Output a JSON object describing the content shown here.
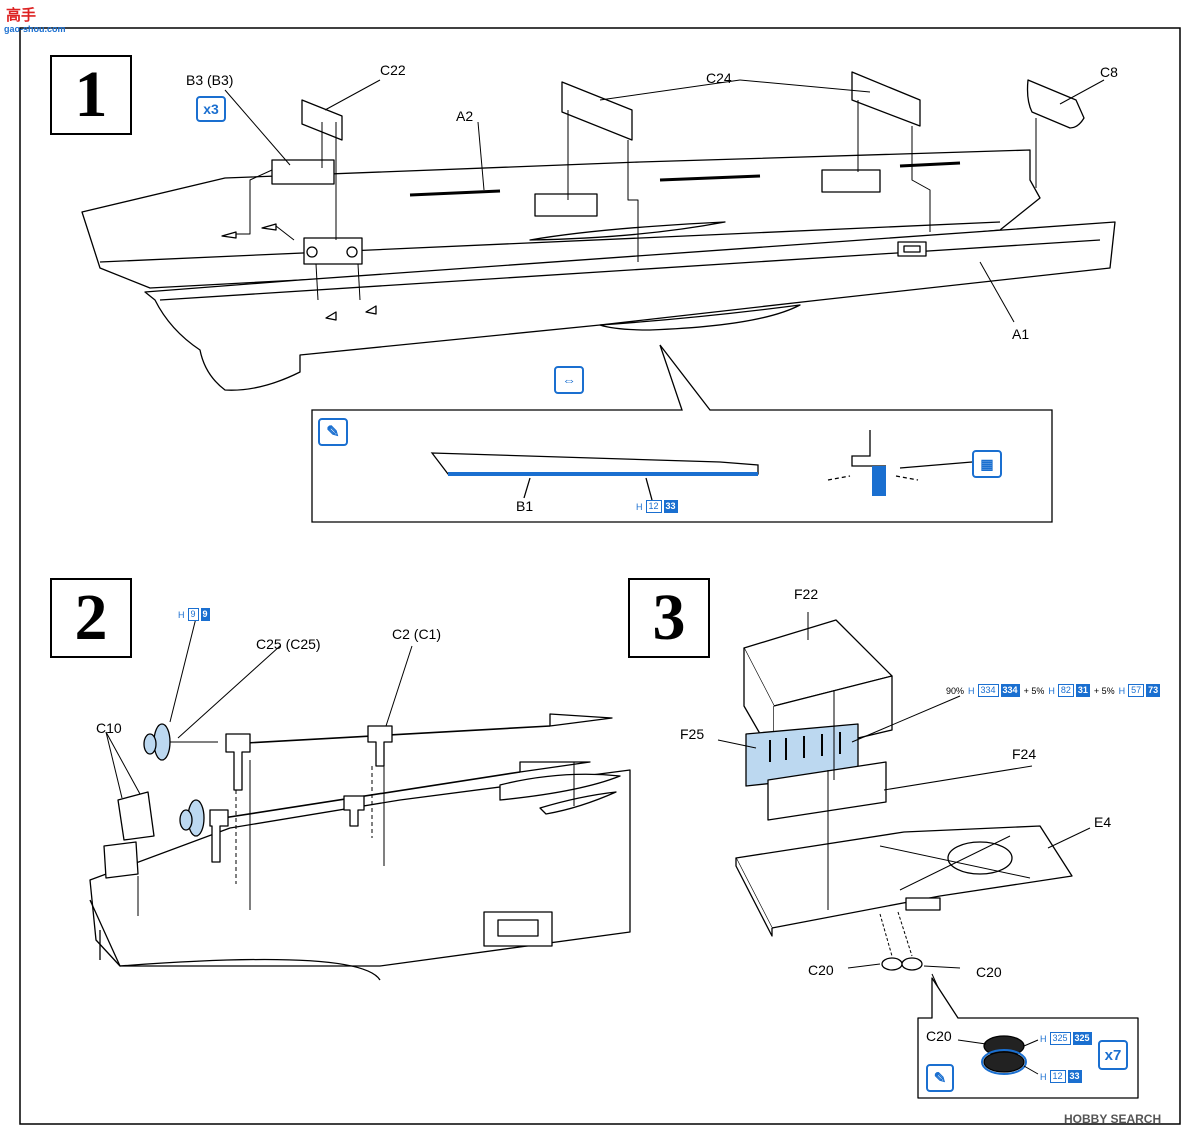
{
  "watermark_top": {
    "site_text": "高手",
    "url": "gao-shou.com"
  },
  "watermark_bottom": {
    "text": "HOBBY SEARCH"
  },
  "step1": {
    "number": "1",
    "labels": {
      "c22": "C22",
      "b3": "B3 (B3)",
      "a2": "A2",
      "c24": "C24",
      "c8": "C8",
      "a1": "A1",
      "b1": "B1"
    },
    "multiplier": "x3",
    "paint_h12": {
      "prefix": "H",
      "outline": "12",
      "filled": "33"
    }
  },
  "step2": {
    "number": "2",
    "labels": {
      "c25": "C25 (C25)",
      "c2": "C2 (C1)",
      "c10": "C10"
    },
    "paint_h9": {
      "prefix": "H",
      "outline": "9",
      "filled": "9"
    }
  },
  "step3": {
    "number": "3",
    "labels": {
      "f22": "F22",
      "f25": "F25",
      "f24": "F24",
      "e4": "E4",
      "c20_left": "C20",
      "c20_right": "C20",
      "c20_detail": "C20"
    },
    "mix": {
      "p1": "90%",
      "h1_outline": "334",
      "h1_filled": "334",
      "plus1": "+ 5%",
      "h2_outline": "82",
      "h2_filled": "31",
      "plus2": "+ 5%",
      "h3_outline": "57",
      "h3_filled": "73",
      "prefix": "H"
    },
    "detail_paint_a": {
      "prefix": "H",
      "outline": "325",
      "filled": "325"
    },
    "detail_paint_b": {
      "prefix": "H",
      "outline": "12",
      "filled": "33"
    },
    "multiplier": "x7"
  },
  "colors": {
    "accent": "#1a6fd0",
    "part_fill": "#bcd8f0",
    "line": "#000000"
  }
}
